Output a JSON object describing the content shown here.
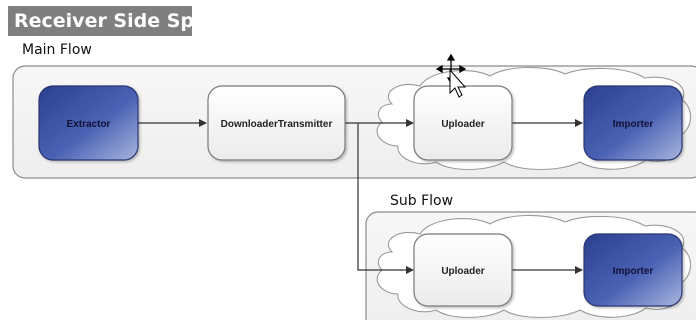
{
  "title": "Receiver Side Split",
  "main_flow": {
    "label": "Main Flow",
    "nodes": [
      {
        "id": "extractor",
        "label": "Extractor"
      },
      {
        "id": "downloader",
        "label": "DownloaderTransmitter"
      },
      {
        "id": "uploader",
        "label": "Uploader"
      },
      {
        "id": "importer",
        "label": "Importer"
      }
    ]
  },
  "sub_flow": {
    "label": "Sub Flow",
    "nodes": [
      {
        "id": "uploader",
        "label": "Uploader"
      },
      {
        "id": "importer",
        "label": "Importer"
      }
    ]
  },
  "colors": {
    "title_bg": "#7f7f7f",
    "flow_box_border": "#8c8c8c",
    "node_light": "#f4f4f4",
    "node_dark": "#3a4f9e",
    "arrow": "#333333"
  },
  "icons": [
    "move-cursor-icon"
  ]
}
